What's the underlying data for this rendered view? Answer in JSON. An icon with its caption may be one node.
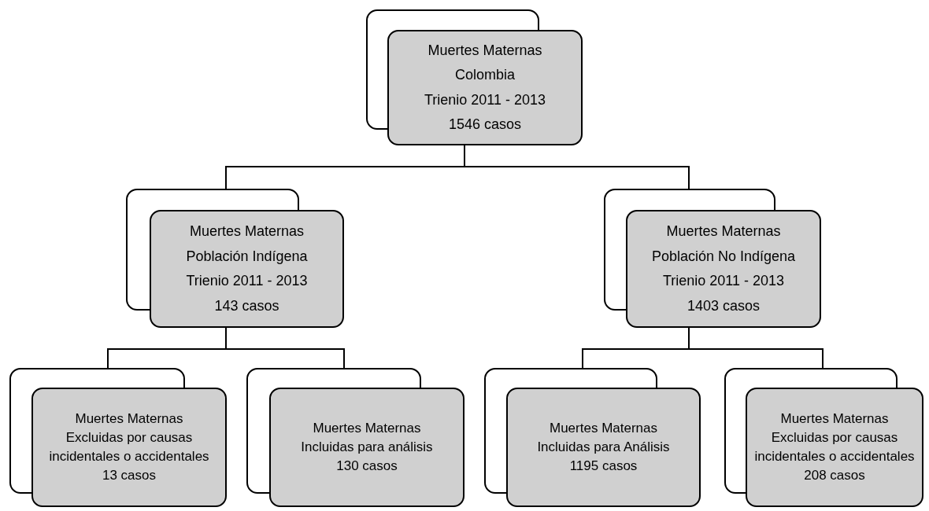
{
  "diagram": {
    "nodes": [
      {
        "text": [
          "Muertes Maternas",
          "Colombia",
          "Trienio 2011 - 2013",
          "1546 casos"
        ]
      },
      {
        "text": [
          "Muertes Maternas",
          "Población Indígena",
          "Trienio 2011 - 2013",
          "143 casos"
        ]
      },
      {
        "text": [
          "Muertes Maternas",
          "Población No Indígena",
          "Trienio 2011 - 2013",
          "1403 casos"
        ]
      },
      {
        "text": [
          "Muertes Maternas",
          "Excluidas por causas incidentales o accidentales",
          "13 casos"
        ]
      },
      {
        "text": [
          "Muertes Maternas",
          "Incluidas para análisis",
          "130 casos"
        ]
      },
      {
        "text": [
          "Muertes Maternas",
          "Incluidas para Análisis",
          "1195 casos"
        ]
      },
      {
        "text": [
          "Muertes Maternas",
          "Excluidas por causas incidentales o accidentales",
          "208 casos"
        ]
      }
    ],
    "edges": [
      {
        "from": 0,
        "to": 1,
        "arrow": "none"
      },
      {
        "from": 0,
        "to": 2,
        "arrow": "none"
      },
      {
        "from": 1,
        "to": 3,
        "arrow": "none"
      },
      {
        "from": 1,
        "to": 4,
        "arrow": "none"
      },
      {
        "from": 2,
        "to": 5,
        "arrow": "none"
      },
      {
        "from": 2,
        "to": 6,
        "arrow": "none"
      }
    ]
  }
}
